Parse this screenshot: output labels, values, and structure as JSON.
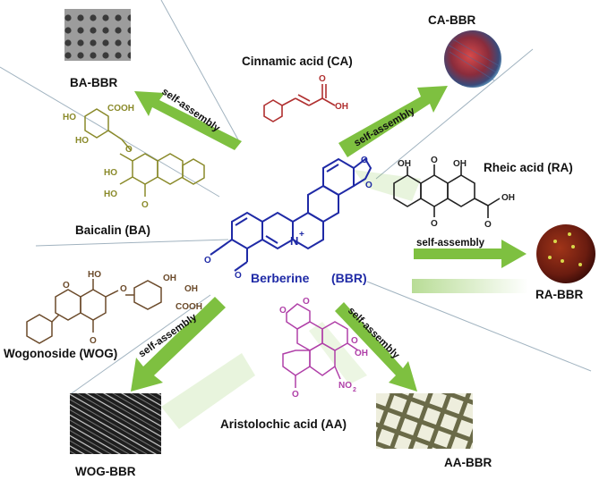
{
  "center": {
    "name": "Berberine",
    "abbr": "(BBR)",
    "n_plus": "N",
    "charge": "+"
  },
  "arrow_label": "self-assembly",
  "acids": {
    "ca": "Cinnamic acid (CA)",
    "ra": "Rheic acid (RA)",
    "ba": "Baicalin (BA)",
    "wog": "Wogonoside (WOG)",
    "aa": "Aristolochic acid (AA)"
  },
  "products": {
    "ca": "CA-BBR",
    "ra": "RA-BBR",
    "ba": "BA-BBR",
    "wog": "WOG-BBR",
    "aa": "AA-BBR"
  },
  "atoms": {
    "O": "O",
    "OH": "OH",
    "HO": "HO",
    "COOH": "COOH",
    "NO2": "NO",
    "sub2": "2"
  },
  "colors": {
    "berberine_ring": "#1f2aa6",
    "berberine_label": "#1f2aa6",
    "ca_structure": "#b03030",
    "ra_structure": "#222222",
    "ba_structure": "#8a8a2a",
    "wog_structure": "#6b4a2a",
    "aa_structure": "#b040a8",
    "arrow_green": "#7ec040",
    "divider": "#8aa0b0"
  }
}
